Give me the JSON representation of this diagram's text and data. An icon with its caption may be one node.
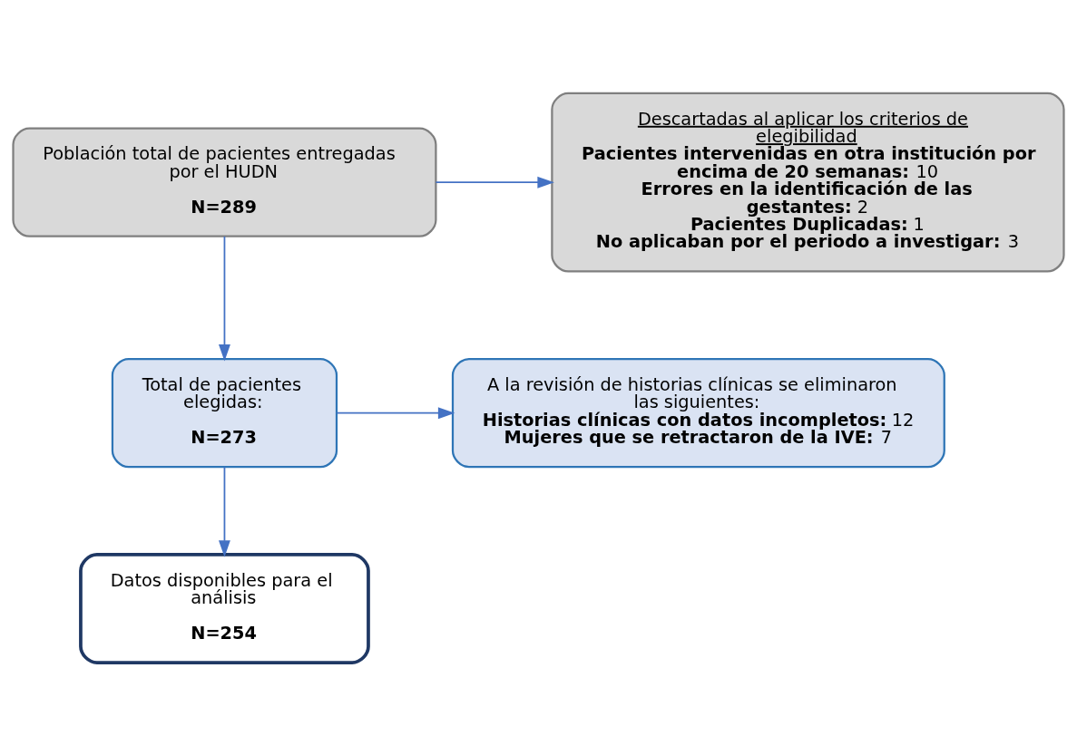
{
  "diagram": {
    "nodes": [
      {
        "text": [
          "Población total de pacientes entregadas por el HUDN",
          "N=289"
        ]
      },
      {
        "text": [
          "Descartadas al aplicar los criterios de elegibilidad",
          "**Pacientes intervenidas en otra institución por encima de 20 semanas:** 10",
          "**Errores en la identificación de las gestantes:** 2",
          "**Pacientes Duplicadas:** 1",
          "**No aplicaban por el periodo a investigar:** 3"
        ]
      },
      {
        "text": [
          "Total de pacientes elegidas:",
          "N=273"
        ]
      },
      {
        "text": [
          "A la revisión de historias clínicas se eliminaron las siguientes:",
          "**Historias clínicas con datos incompletos:** 12",
          "**Mujeres que se retractaron de la IVE:** 7"
        ]
      },
      {
        "text": [
          "Datos disponibles para el análisis",
          "N=254"
        ]
      }
    ],
    "edges": [
      {
        "from": 0,
        "to": 1,
        "arrow": "to"
      },
      {
        "from": 0,
        "to": 2,
        "arrow": "to"
      },
      {
        "from": 2,
        "to": 3,
        "arrow": "to"
      },
      {
        "from": 2,
        "to": 4,
        "arrow": "to"
      }
    ]
  }
}
